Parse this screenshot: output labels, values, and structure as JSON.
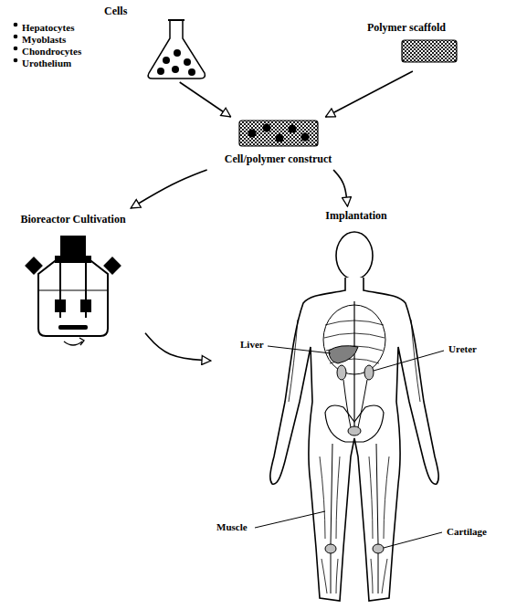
{
  "diagram": {
    "nodes": [
      {
        "text": [
          "Cells",
          "Hepatocytes",
          "Myoblasts",
          "Chondrocytes",
          "Urothelium"
        ]
      },
      {
        "text": [
          "Polymer scaffold"
        ]
      },
      {
        "text": [
          "Cell/polymer construct"
        ]
      },
      {
        "text": [
          "Bioreactor Cultivation"
        ]
      },
      {
        "text": [
          "Implantation"
        ]
      }
    ],
    "edges": [
      {
        "from": 0,
        "to": 2,
        "arrow": "to"
      },
      {
        "from": 1,
        "to": 2,
        "arrow": "to"
      },
      {
        "from": 2,
        "to": 3,
        "arrow": "to"
      },
      {
        "from": 2,
        "to": 4,
        "arrow": "to"
      },
      {
        "from": 3,
        "to": 4,
        "arrow": "to"
      }
    ],
    "labels": [
      "Liver",
      "Ureter",
      "Muscle",
      "Cartilage"
    ]
  }
}
